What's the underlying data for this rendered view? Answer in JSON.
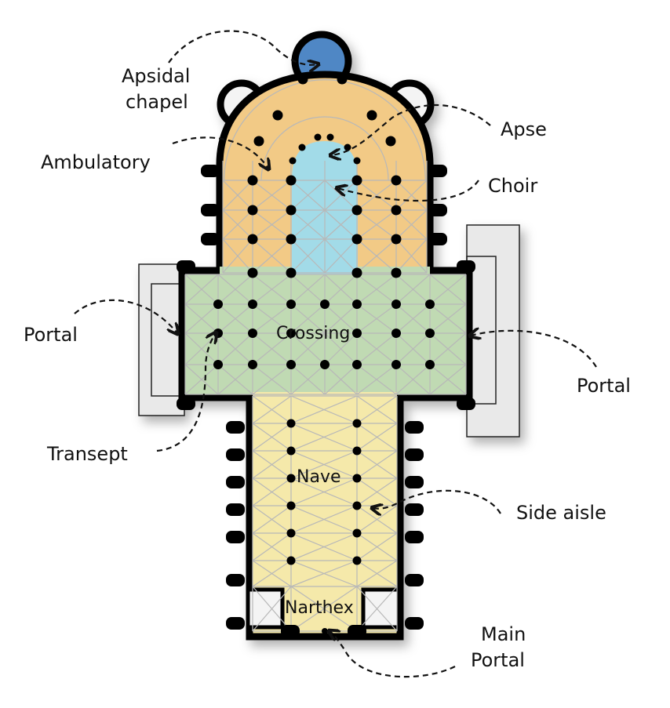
{
  "title": "Cathedral floor plan",
  "labels": {
    "apsidal_chapel": [
      "Apsidal",
      "chapel"
    ],
    "apse": "Apse",
    "ambulatory": "Ambulatory",
    "choir": "Choir",
    "portal_left": "Portal",
    "portal_right": "Portal",
    "crossing": "Crossing",
    "transept": "Transept",
    "nave": "Nave",
    "side_aisle": "Side aisle",
    "narthex": "Narthex",
    "main_portal": [
      "Main",
      "Portal"
    ]
  },
  "colors": {
    "apsidal_chapel": "#4F87C5",
    "ambulatory": "#F2CA86",
    "choir": "#A2DBE8",
    "crossing": "#C0DAB3",
    "nave": "#F5E9AA",
    "portal": "#E9E9E9"
  }
}
